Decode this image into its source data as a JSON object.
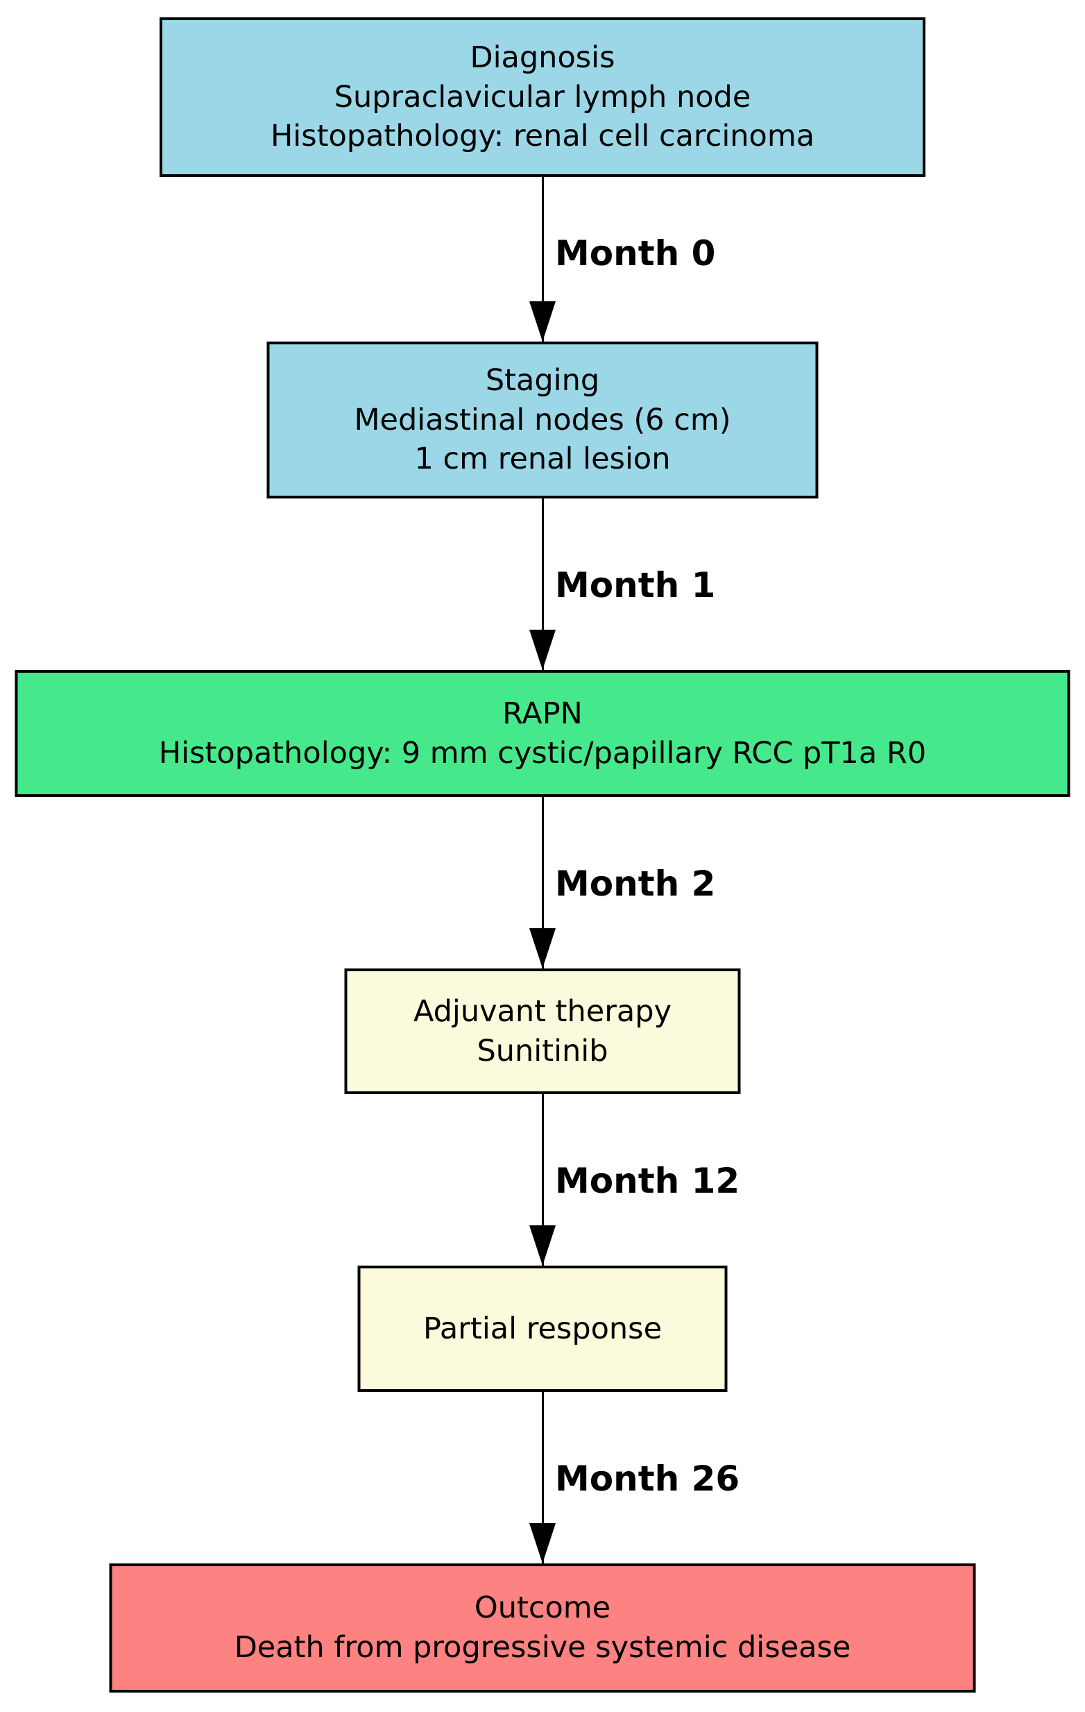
{
  "diagram": {
    "type": "flowchart",
    "direction": "top-to-bottom",
    "colors": {
      "stage_blue": "#9bd7e6",
      "treatment_green": "#45e98b",
      "therapy_cream": "#fcfadc",
      "outcome_red": "#fd8282",
      "border": "#000000",
      "arrow": "#000000",
      "background": "#ffffff"
    }
  },
  "nodes": [
    {
      "id": "diagnosis",
      "color": "#9bd7e6",
      "lines": [
        "Diagnosis",
        "Supraclavicular lymph node",
        "Histopathology: renal cell carcinoma"
      ]
    },
    {
      "id": "staging",
      "color": "#9bd7e6",
      "lines": [
        "Staging",
        "Mediastinal nodes (6 cm)",
        "1 cm renal lesion"
      ]
    },
    {
      "id": "rapn",
      "color": "#45e98b",
      "lines": [
        "RAPN",
        "Histopathology: 9 mm cystic/papillary RCC pT1a R0"
      ]
    },
    {
      "id": "adjuvant-therapy",
      "color": "#fcfadc",
      "lines": [
        "Adjuvant therapy",
        "Sunitinib"
      ]
    },
    {
      "id": "partial-response",
      "color": "#fcfadc",
      "lines": [
        "Partial response"
      ]
    },
    {
      "id": "outcome",
      "color": "#fd8282",
      "lines": [
        "Outcome",
        "Death from progressive systemic disease"
      ]
    }
  ],
  "connectors": [
    {
      "from": "diagnosis",
      "to": "staging",
      "label": "Month 0"
    },
    {
      "from": "staging",
      "to": "rapn",
      "label": "Month 1"
    },
    {
      "from": "rapn",
      "to": "adjuvant-therapy",
      "label": "Month 2"
    },
    {
      "from": "adjuvant-therapy",
      "to": "partial-response",
      "label": "Month 12"
    },
    {
      "from": "partial-response",
      "to": "outcome",
      "label": "Month 26"
    }
  ]
}
